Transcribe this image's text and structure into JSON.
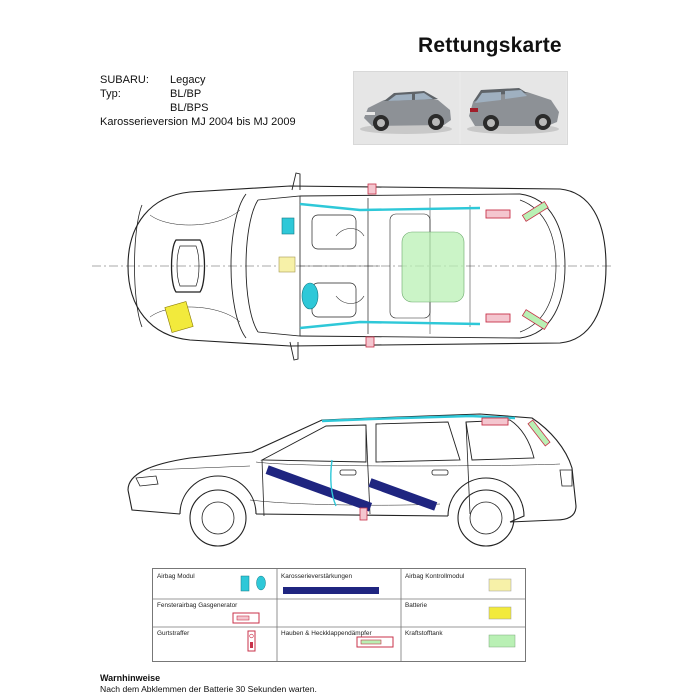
{
  "header": {
    "title": "Rettungskarte"
  },
  "vehicle": {
    "make_label": "SUBARU:",
    "model": "Legacy",
    "type_label": "Typ:",
    "type_1": "BL/BP",
    "type_2": "BL/BPS",
    "version": "Karosserieversion MJ 2004 bis MJ 2009"
  },
  "photos": [
    {
      "view": "front-three-quarter",
      "body_color": "#8d9196"
    },
    {
      "view": "rear-three-quarter",
      "body_color": "#8d9196"
    }
  ],
  "legend": {
    "items": [
      {
        "label": "Airbag Modul",
        "color": "#2ec8d8"
      },
      {
        "label": "Karosserieverstärkungen",
        "color": "#1f2580"
      },
      {
        "label": "Airbag Kontrollmodul",
        "color": "#f7f1a8"
      },
      {
        "label": "Fensterairbag Gasgenerator",
        "color": "#c8324a"
      },
      {
        "label": "Batterie",
        "color": "#f2ea3c"
      },
      {
        "label": "Gurtstraffer",
        "color": "#c8324a"
      },
      {
        "label": "Hauben & Heckklappendämpfer",
        "color": "#c8324a"
      },
      {
        "label": "Kraftstofftank",
        "color": "#b9f0b4"
      }
    ]
  },
  "warnings": {
    "title": "Warnhinweise",
    "text": "Nach dem Abklemmen der Batterie 30 Sekunden warten."
  }
}
